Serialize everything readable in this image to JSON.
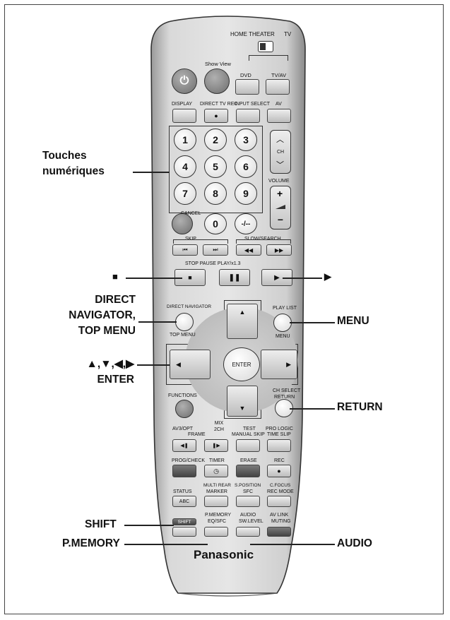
{
  "callouts": {
    "touches": [
      "Touches",
      "numériques"
    ],
    "stop": "■",
    "play": "▶",
    "direct_nav": [
      "DIRECT",
      "NAVIGATOR,",
      "TOP MENU"
    ],
    "menu": "MENU",
    "arrows": [
      "▲,▼,◀,▶",
      "ENTER"
    ],
    "return": "RETURN",
    "shift": "SHIFT",
    "pmemory": "P.MEMORY",
    "audio": "AUDIO"
  },
  "remote": {
    "brand": "Panasonic",
    "home_theater": "HOME THEATER",
    "tv": "TV",
    "show_view": "Show View",
    "dvd": "DVD",
    "tv_vhf": "TV/AV",
    "display": "DISPLAY",
    "direct_tv_rec": "DIRECT TV REC",
    "input_select": "INPUT SELECT",
    "av": "AV",
    "ch": "CH",
    "volume": "VOLUME",
    "digits": [
      "1",
      "2",
      "3",
      "4",
      "5",
      "6",
      "7",
      "8",
      "9"
    ],
    "zero": "0",
    "dash": "-/--",
    "cancel": "CANCEL",
    "skip": "SKIP",
    "slow_search": "SLOW/SEARCH",
    "stop_pause_play": "STOP PAUSE PLAY/x1.3",
    "direct_navigator": "DIRECT NAVIGATOR",
    "top_menu": "TOP MENU",
    "play_list": "PLAY LIST",
    "menu": "MENU",
    "enter": "ENTER",
    "functions": "FUNCTIONS",
    "ch_select": "CH SELECT",
    "return": "RETURN",
    "av_opt": "AV3/OPT",
    "mix_2ch": "MIX 2CH",
    "test": "TEST",
    "pro_logic": "PRO LOGIC",
    "frame": "FRAME",
    "manual_skip": "MANUAL SKIP",
    "time_slip": "TIME SLIP",
    "prog_check": "PROG/CHECK",
    "timer": "TIMER",
    "erase": "ERASE",
    "rec": "REC",
    "multi_rear": "MULTI REAR",
    "s_position": "S.POSITION",
    "q_focus": "C.FOCUS",
    "status": "STATUS",
    "marker": "MARKER",
    "sfc": "SFC",
    "rec_mode": "REC MODE",
    "abc": "ABC",
    "shift": "SHIFT",
    "p_memory": "P.MEMORY",
    "eq_sfc": "EQ/SFC",
    "audio": "AUDIO",
    "sw_level": "SW.LEVEL",
    "av_link": "AV LINK",
    "muting": "MUTING"
  }
}
